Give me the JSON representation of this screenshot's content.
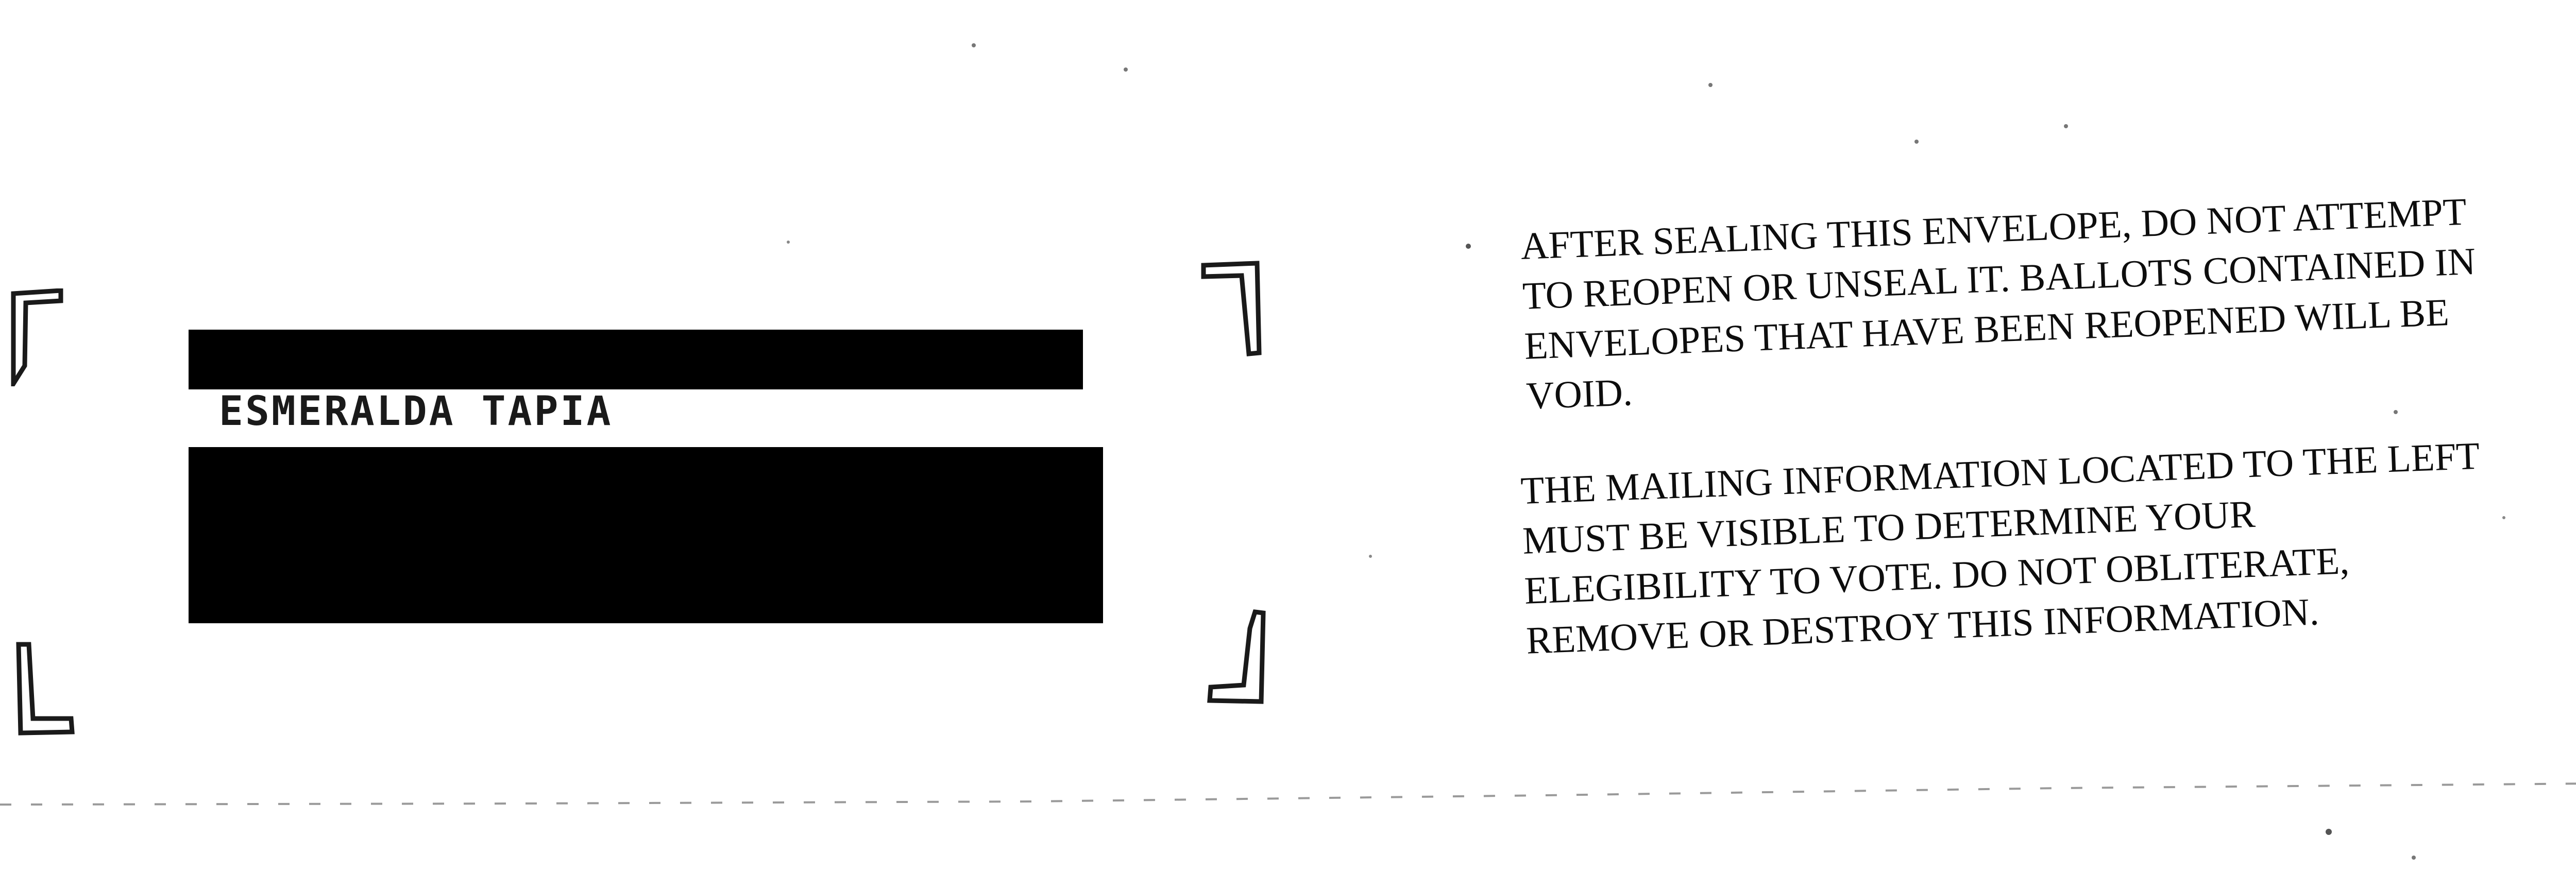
{
  "envelope": {
    "recipient": {
      "name": "ESMERALDA TAPIA"
    },
    "notice_1": {
      "lines": [
        "AFTER SEALING THIS ENVELOPE, DO NOT ATTEMPT",
        "TO REOPEN OR UNSEAL IT.  BALLOTS CONTAINED IN",
        "ENVELOPES THAT HAVE BEEN REOPENED WILL BE",
        "VOID."
      ]
    },
    "notice_2": {
      "lines": [
        "THE MAILING INFORMATION LOCATED TO THE LEFT",
        "MUST BE VISIBLE TO DETERMINE YOUR",
        "ELEGIBILITY TO VOTE.  DO NOT OBLITERATE,",
        "REMOVE OR DESTROY THIS INFORMATION."
      ]
    },
    "icons": {
      "window_corners": [
        "corner-top-left-icon",
        "corner-top-right-icon",
        "corner-bottom-left-icon",
        "corner-bottom-right-icon"
      ]
    },
    "colors": {
      "ink": "#000000",
      "paper": "#ffffff"
    }
  }
}
